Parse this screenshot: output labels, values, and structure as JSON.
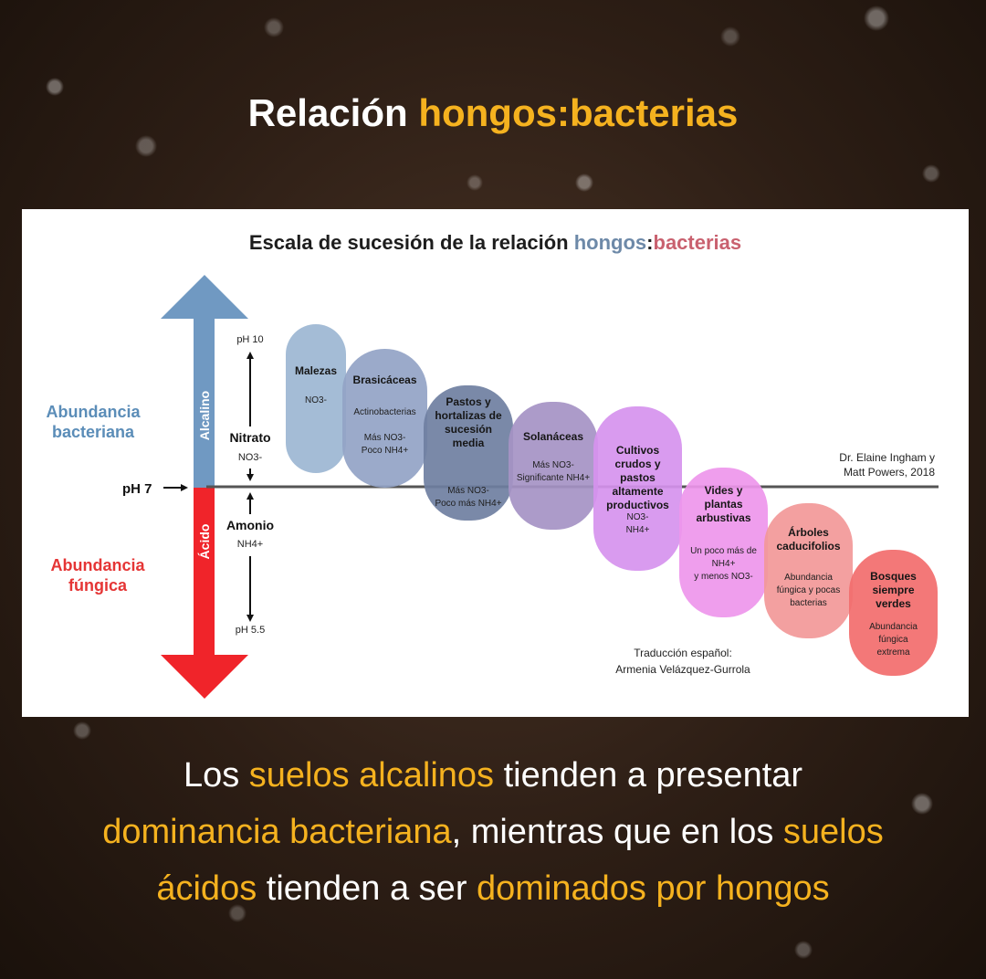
{
  "header": {
    "title_part1": "Relación",
    "title_part2": "hongos:bacterias"
  },
  "diagram": {
    "title_part1": "Escala de sucesión de la relación",
    "title_hongos": "hongos",
    "title_colon": ":",
    "title_bacterias": "bacterias",
    "left_labels": {
      "bacterial_line1": "Abundancia",
      "bacterial_line2": "bacteriana",
      "fungal_line1": "Abundancia",
      "fungal_line2": "fúngica",
      "ph7": "pH 7"
    },
    "arrow_labels": {
      "alkaline": "Alcalino",
      "acid": "Ácido"
    },
    "scale_labels": {
      "ph10": "pH 10",
      "nitrate": "Nitrato",
      "nitrate_formula": "NO3-",
      "ammonium": "Amonio",
      "ammonium_formula": "NH4+",
      "ph55": "pH 5.5"
    },
    "pills": [
      {
        "title": [
          "Malezas"
        ],
        "desc": [
          "NO3-"
        ],
        "color": "#9cb6d2"
      },
      {
        "title": [
          "Brasicáceas"
        ],
        "desc": [
          "Actinobacterias",
          "",
          "Más NO3-",
          "Poco NH4+"
        ],
        "color": "#93a3c5"
      },
      {
        "title": [
          "Pastos y",
          "hortalizas de",
          "sucesión",
          "media"
        ],
        "desc": [
          "",
          "Más NO3-",
          "Poco más NH4+"
        ],
        "color": "#6f7fa1"
      },
      {
        "title": [
          "Solanáceas"
        ],
        "desc": [
          "Más NO3-",
          "Significante NH4+"
        ],
        "color": "#a593c4"
      },
      {
        "title": [
          "Cultivos",
          "crudos y",
          "pastos",
          "altamente",
          "productivos"
        ],
        "desc": [
          "NO3-",
          "NH4+"
        ],
        "color": "#d693ee"
      },
      {
        "title": [
          "Vides y",
          "plantas",
          "arbustivas"
        ],
        "desc": [
          "Un poco más de",
          "NH4+",
          "y menos NO3-"
        ],
        "color": "#ee96ec"
      },
      {
        "title": [
          "Árboles",
          "caducifolios"
        ],
        "desc": [
          "Abundancia",
          "fúngica y pocas",
          "bacterias"
        ],
        "color": "#f29898"
      },
      {
        "title": [
          "Bosques",
          "siempre",
          "verdes"
        ],
        "desc": [
          "Abundancia",
          "fúngica",
          "extrema"
        ],
        "color": "#f26c6c"
      }
    ],
    "credit_line1": "Dr. Elaine Ingham y",
    "credit_line2": "Matt Powers, 2018",
    "translation_line1": "Traducción español:",
    "translation_line2": "Armenia Velázquez-Gurrola",
    "colors": {
      "alkaline_blue": "#7099c2",
      "acid_red": "#f0242a",
      "bacterial_text": "#5b8db8",
      "fungal_text": "#e53535"
    }
  },
  "caption": {
    "p1": "Los ",
    "p2": "suelos alcalinos",
    "p3": " tienden a presentar",
    "p4": "dominancia bacteriana",
    "p5": ", mientras que en los ",
    "p6": "suelos",
    "p7": "ácidos",
    "p8": " tienden a ser ",
    "p9": "dominados por hongos"
  }
}
